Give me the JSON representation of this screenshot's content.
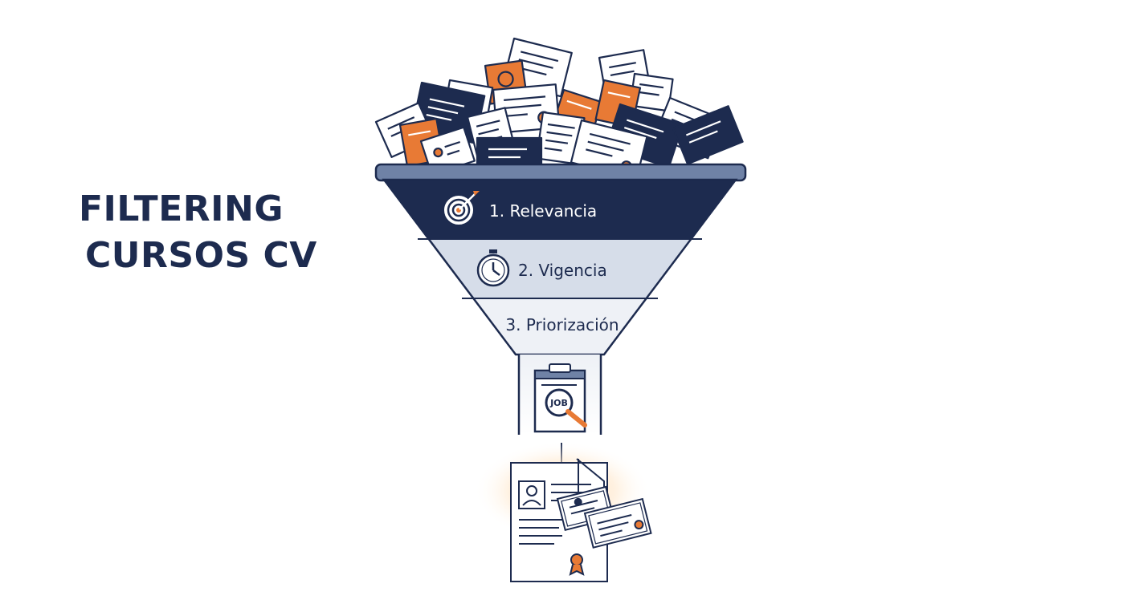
{
  "title": {
    "line1": "FILTERING",
    "line2": "CURSOS CV"
  },
  "stages": [
    {
      "label": "1. Relevancia",
      "icon": "target-icon"
    },
    {
      "label": "2. Vigencia",
      "icon": "stopwatch-icon"
    },
    {
      "label": "3. Priorización",
      "icon": ""
    }
  ],
  "clipboard": {
    "badge": "JOB",
    "icon": "magnifier-icon"
  },
  "colors": {
    "navy": "#1d2b4f",
    "slate": "#6f82a6",
    "light_slate": "#d6dde9",
    "pale": "#eef1f6",
    "orange": "#e87a35",
    "glow": "#ffd7a8"
  }
}
